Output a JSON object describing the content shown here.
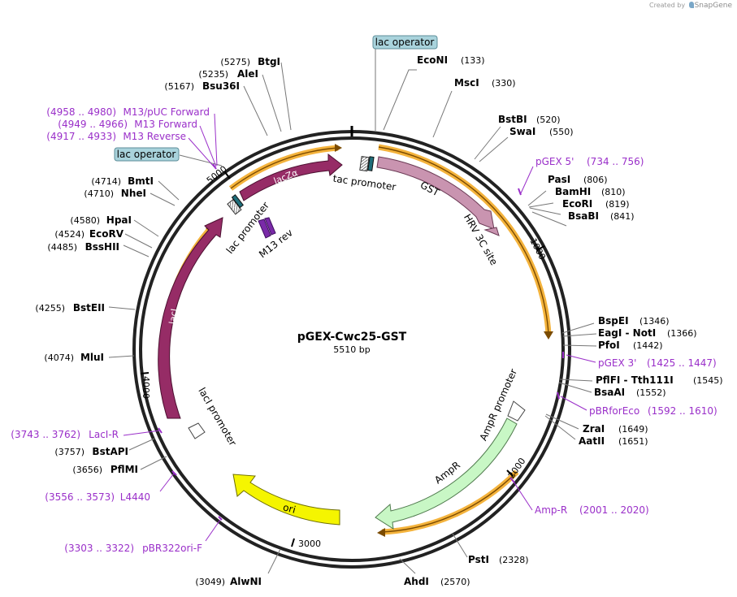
{
  "credit": {
    "prefix": "Created by",
    "brand": "SnapGene"
  },
  "plasmid": {
    "name": "pGEX-Cwc25-GST",
    "length_label": "5510 bp",
    "length": 5510
  },
  "ruler_labels": [
    "1000",
    "2000",
    "3000",
    "4000",
    "5000"
  ],
  "sites": [
    {
      "name": "EcoNI",
      "pos": "(133)",
      "bp": 133
    },
    {
      "name": "MscI",
      "pos": "(330)",
      "bp": 330
    },
    {
      "name": "BstBI",
      "pos": "(520)",
      "bp": 520
    },
    {
      "name": "SwaI",
      "pos": "(550)",
      "bp": 550
    },
    {
      "name": "PasI",
      "pos": "(806)",
      "bp": 806
    },
    {
      "name": "BamHI",
      "pos": "(810)",
      "bp": 810
    },
    {
      "name": "EcoRI",
      "pos": "(819)",
      "bp": 819
    },
    {
      "name": "BsaBI",
      "pos": "(841)",
      "bp": 841
    },
    {
      "name": "BspEI",
      "pos": "(1346)",
      "bp": 1346
    },
    {
      "name": "EagI - NotI",
      "pos": "(1366)",
      "bp": 1366
    },
    {
      "name": "PfoI",
      "pos": "(1442)",
      "bp": 1442
    },
    {
      "name": "PflFI - Tth111I",
      "pos": "(1545)",
      "bp": 1545
    },
    {
      "name": "BsaAI",
      "pos": "(1552)",
      "bp": 1552
    },
    {
      "name": "ZraI",
      "pos": "(1649)",
      "bp": 1649
    },
    {
      "name": "AatII",
      "pos": "(1651)",
      "bp": 1651
    },
    {
      "name": "PstI",
      "pos": "(2328)",
      "bp": 2328
    },
    {
      "name": "AhdI",
      "pos": "(2570)",
      "bp": 2570
    },
    {
      "name": "AlwNI",
      "pos": "(3049)",
      "bp": 3049
    },
    {
      "name": "PflMI",
      "pos": "(3656)",
      "bp": 3656
    },
    {
      "name": "BstAPI",
      "pos": "(3757)",
      "bp": 3757
    },
    {
      "name": "MluI",
      "pos": "(4074)",
      "bp": 4074
    },
    {
      "name": "BstEII",
      "pos": "(4255)",
      "bp": 4255
    },
    {
      "name": "BssHII",
      "pos": "(4485)",
      "bp": 4485
    },
    {
      "name": "EcoRV",
      "pos": "(4524)",
      "bp": 4524
    },
    {
      "name": "HpaI",
      "pos": "(4580)",
      "bp": 4580
    },
    {
      "name": "NheI",
      "pos": "(4710)",
      "bp": 4710
    },
    {
      "name": "BmtI",
      "pos": "(4714)",
      "bp": 4714
    },
    {
      "name": "Bsu36I",
      "pos": "(5167)",
      "bp": 5167
    },
    {
      "name": "AleI",
      "pos": "(5235)",
      "bp": 5235
    },
    {
      "name": "BtgI",
      "pos": "(5275)",
      "bp": 5275
    }
  ],
  "primers": [
    {
      "name": "pGEX 5'",
      "range": "(734 .. 756)"
    },
    {
      "name": "pGEX 3'",
      "range": "(1425 .. 1447)"
    },
    {
      "name": "pBRforEco",
      "range": "(1592 .. 1610)"
    },
    {
      "name": "Amp-R",
      "range": "(2001 .. 2020)"
    },
    {
      "name": "pBR322ori-F",
      "range": "(3303 .. 3322)"
    },
    {
      "name": "L4440",
      "range": "(3556 .. 3573)"
    },
    {
      "name": "LacI-R",
      "range": "(3743 .. 3762)"
    },
    {
      "name": "M13 Reverse",
      "range": "(4917 .. 4933)"
    },
    {
      "name": "M13 Forward",
      "range": "(4949 .. 4966)"
    },
    {
      "name": "M13/pUC Forward",
      "range": "(4958 .. 4980)"
    }
  ],
  "features": [
    {
      "name": "GST",
      "color": "#c994b0"
    },
    {
      "name": "HRV 3C site",
      "color": "#c994b0"
    },
    {
      "name": "tac promoter",
      "color": "#ffffff"
    },
    {
      "name": "lac operator",
      "color": "#1f6e7a"
    },
    {
      "name": "lacZα",
      "color": "#962c66"
    },
    {
      "name": "lac promoter",
      "color": "#ffffff"
    },
    {
      "name": "M13 rev",
      "color": "#7a2aa8"
    },
    {
      "name": "lacI",
      "color": "#962c66"
    },
    {
      "name": "lacI promoter",
      "color": "#ffffff"
    },
    {
      "name": "ori",
      "color": "#f5f500"
    },
    {
      "name": "AmpR",
      "color": "#c8f7c5"
    },
    {
      "name": "AmpR promoter",
      "color": "#ffffff"
    }
  ],
  "boxed_labels": [
    "lac operator",
    "lac operator"
  ],
  "colors": {
    "orf_highlight": "#f4b33c",
    "primer": "#9a2fc9",
    "operator_box": "#a9d3dc"
  }
}
